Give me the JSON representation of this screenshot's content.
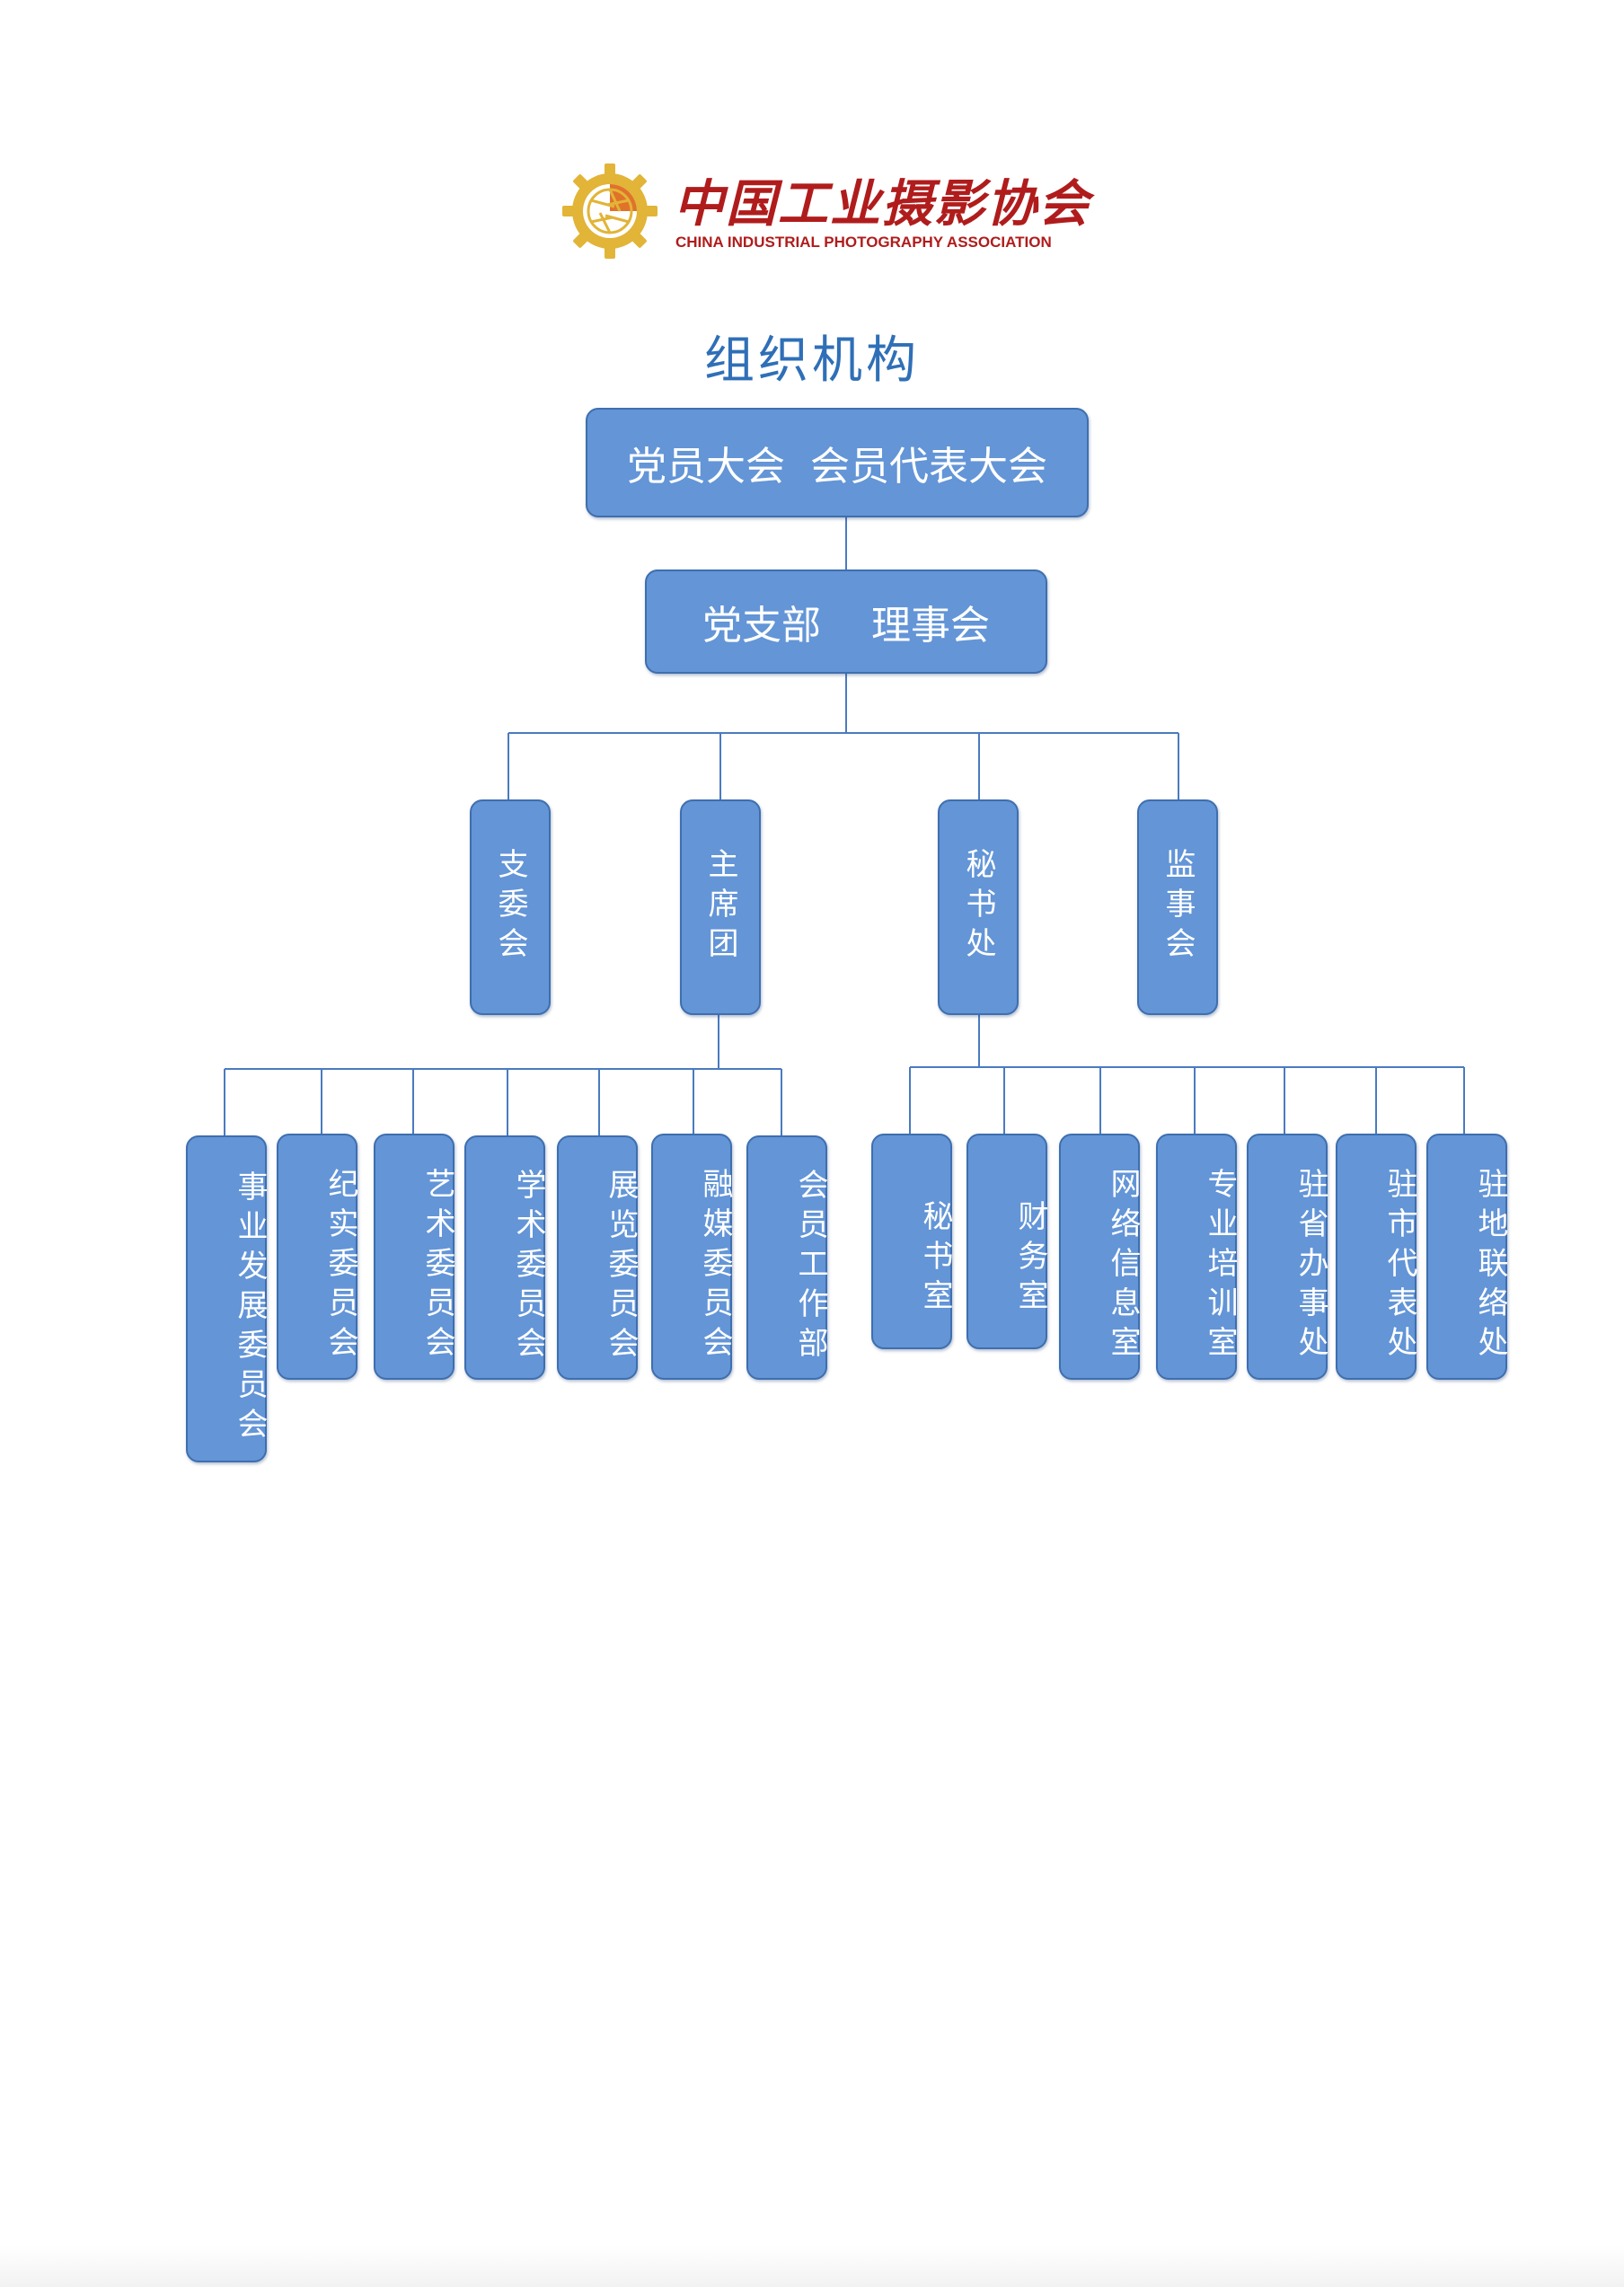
{
  "logo": {
    "name_cn": "中国工业摄影协会",
    "name_en": "CHINA INDUSTRIAL PHOTOGRAPHY ASSOCIATION"
  },
  "title": "组织机构",
  "colors": {
    "node_fill": "#6395d7",
    "node_border": "#3e6faf",
    "connector": "#4a7bc0",
    "title": "#2f6fb7",
    "logo_text": "#b01c1c",
    "logo_gear": "#e2b437"
  },
  "chart": {
    "top": {
      "assembly": "党员大会  会员代表大会",
      "council": "党支部    理事会"
    },
    "departments": {
      "branch_committee": "支委会",
      "presidium": "主席团",
      "secretariat": "秘书处",
      "supervisory_board": "监事会"
    },
    "presidium_children": [
      "事业发展委员会",
      "纪实委员会",
      "艺术委员会",
      "学术委员会",
      "展览委员会",
      "融媒委员会",
      "会员工作部"
    ],
    "secretariat_children": [
      "秘书室",
      "财务室",
      "网络信息室",
      "专业培训室",
      "驻省办事处",
      "驻市代表处",
      "驻地联络处"
    ]
  }
}
